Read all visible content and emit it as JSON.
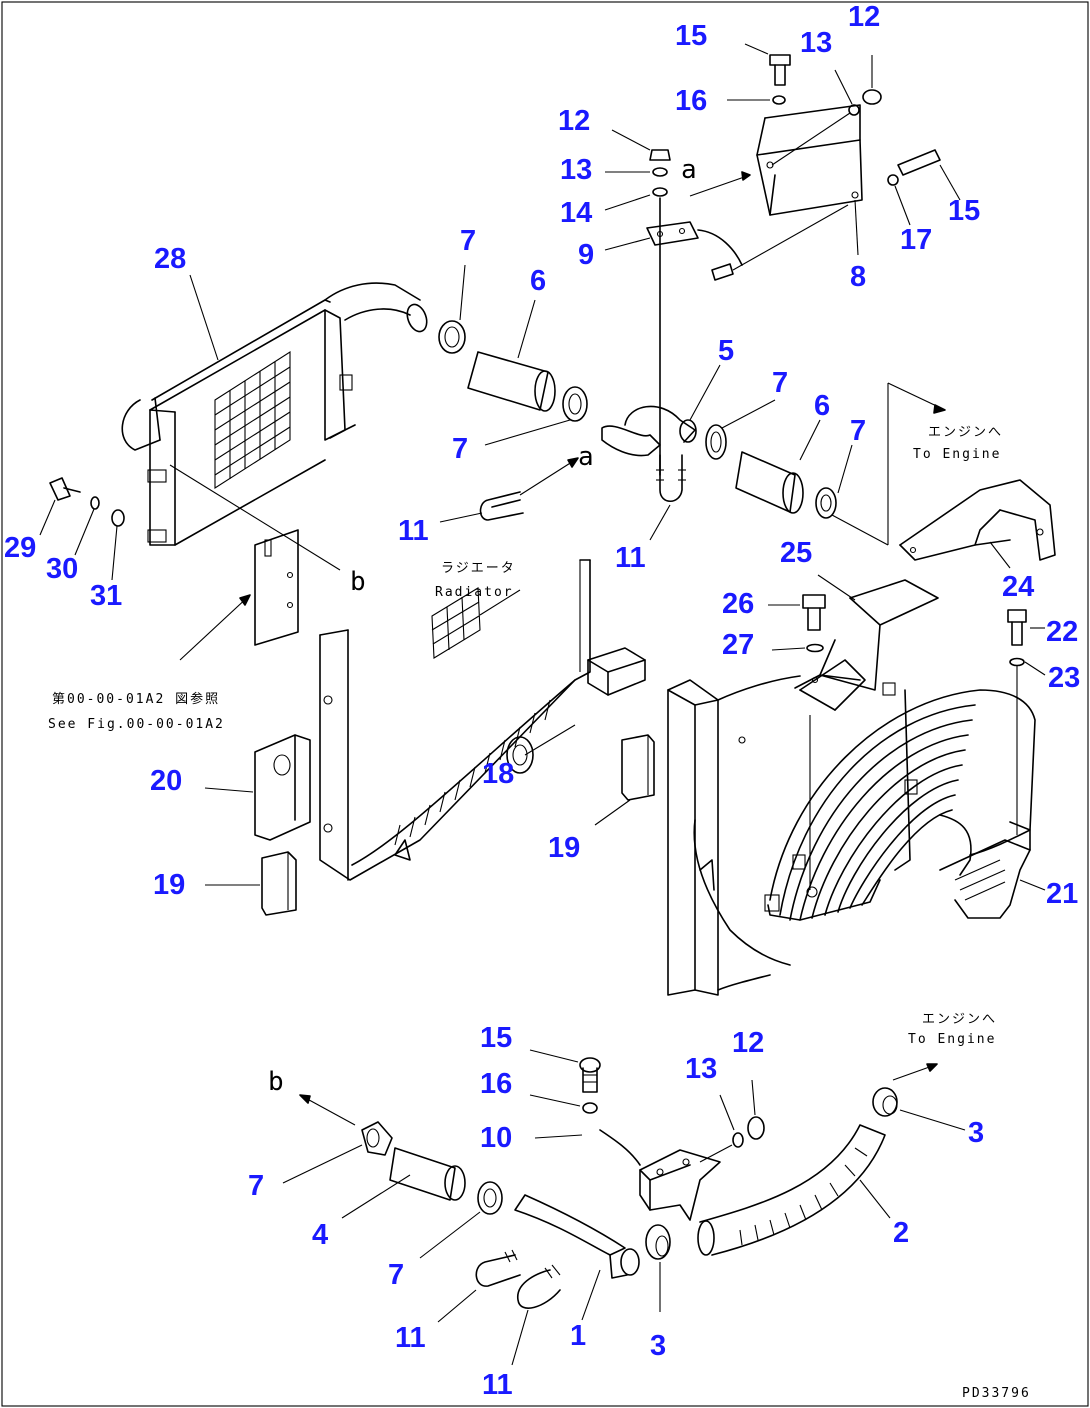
{
  "callouts": {
    "c15_top": "15",
    "c16_top": "16",
    "c12_top_right": "12",
    "c13_top_right": "13",
    "c12_upper": "12",
    "c13_upper": "13",
    "c14": "14",
    "c9": "9",
    "c8": "8",
    "c17": "17",
    "c15_right": "15",
    "c28": "28",
    "c7_a": "7",
    "c6_a": "6",
    "c7_b": "7",
    "c5": "5",
    "c7_c": "7",
    "c6_b": "6",
    "c7_d": "7",
    "c11_mid_left": "11",
    "c11_mid": "11",
    "c29": "29",
    "c30": "30",
    "c31": "31",
    "c25": "25",
    "c24": "24",
    "c26": "26",
    "c27": "27",
    "c22": "22",
    "c23": "23",
    "c20": "20",
    "c18": "18",
    "c19_mid": "19",
    "c19_left": "19",
    "c21": "21",
    "c15_bottom": "15",
    "c16_bottom": "16",
    "c10": "10",
    "c13_bottom": "13",
    "c12_bottom": "12",
    "c3_right": "3",
    "c7_e": "7",
    "c4": "4",
    "c7_f": "7",
    "c2": "2",
    "c11_bl1": "11",
    "c1": "1",
    "c3_bottom": "3",
    "c11_bl2": "11"
  },
  "refs": {
    "a_top": "a",
    "a_mid": "a",
    "b_mid": "b",
    "b_bottom": "b"
  },
  "notes": {
    "to_engine_top_jp": "エンジンへ",
    "to_engine_top_en": "To Engine",
    "to_engine_bottom_jp": "エンジンへ",
    "to_engine_bottom_en": "To Engine",
    "radiator_jp": "ラジエータ",
    "radiator_en": "Radiator",
    "see_fig_jp": "第00-00-01A2 図参照",
    "see_fig_en": "See Fig.00-00-01A2",
    "drawing_code": "PD33796"
  }
}
